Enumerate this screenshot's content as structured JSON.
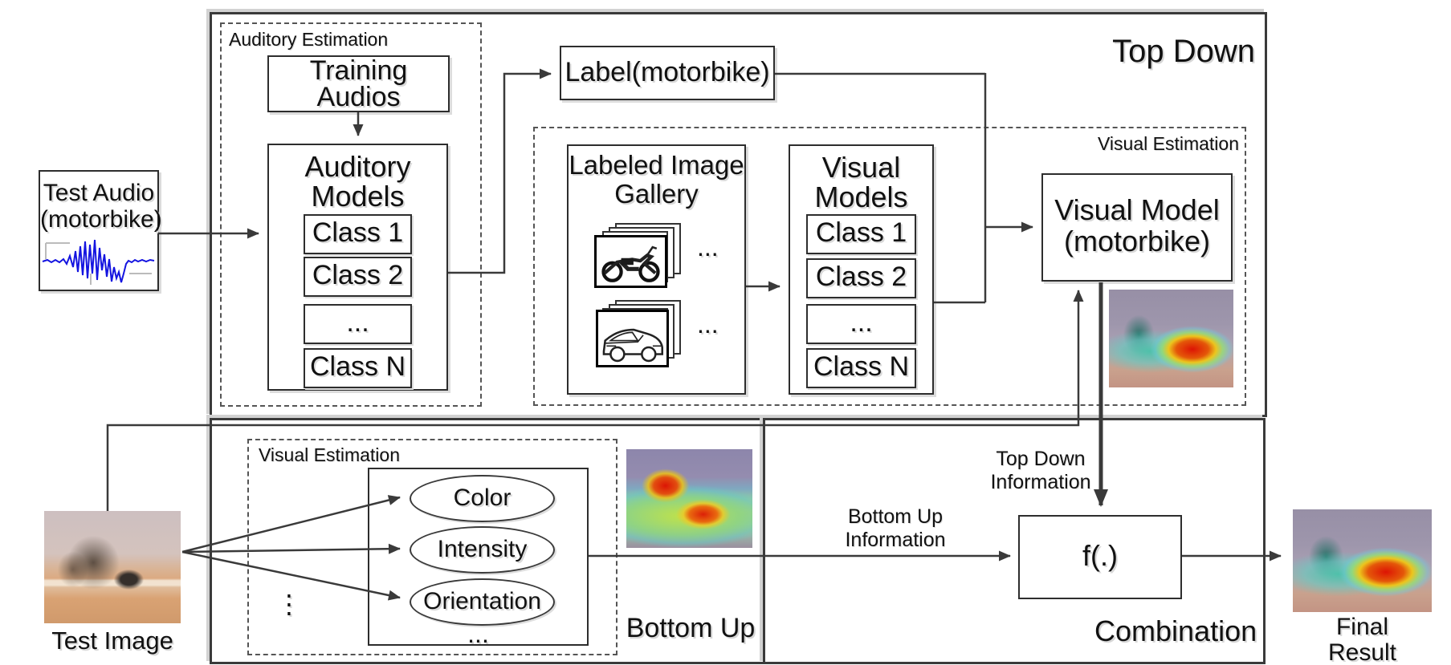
{
  "regions": {
    "top_down": "Top Down",
    "bottom_up": "Bottom Up",
    "combination": "Combination"
  },
  "auditory": {
    "section_title": "Auditory Estimation",
    "training_audios": {
      "line1": "Training",
      "line2": "Audios"
    },
    "models_title": {
      "line1": "Auditory",
      "line2": "Models"
    },
    "classes": [
      "Class 1",
      "Class 2",
      "...",
      "Class N"
    ]
  },
  "visual_top": {
    "section_title": "Visual Estimation",
    "label_box": "Label(motorbike)",
    "gallery": {
      "line1": "Labeled Image",
      "line2": "Gallery",
      "dots1": "...",
      "dots2": "..."
    },
    "models_title": {
      "line1": "Visual",
      "line2": "Models"
    },
    "classes": [
      "Class 1",
      "Class 2",
      "...",
      "Class N"
    ],
    "visual_model": {
      "line1": "Visual Model",
      "line2": "(motorbike)"
    }
  },
  "inputs": {
    "test_audio": {
      "line1": "Test Audio",
      "line2": "(motorbike)"
    },
    "test_image_caption": "Test Image"
  },
  "bottom_up_section": {
    "section_title": "Visual Estimation",
    "features": [
      "Color",
      "Intensity",
      "Orientation"
    ],
    "ellipsis": "...",
    "vertical_dots": "⋮"
  },
  "combination_section": {
    "f_label": "f(.)",
    "top_down_info": {
      "line1": "Top Down",
      "line2": "Information"
    },
    "bottom_up_info": {
      "line1": "Bottom Up",
      "line2": "Information"
    }
  },
  "output": {
    "final_result": {
      "line1": "Final",
      "line2": "Result"
    }
  }
}
